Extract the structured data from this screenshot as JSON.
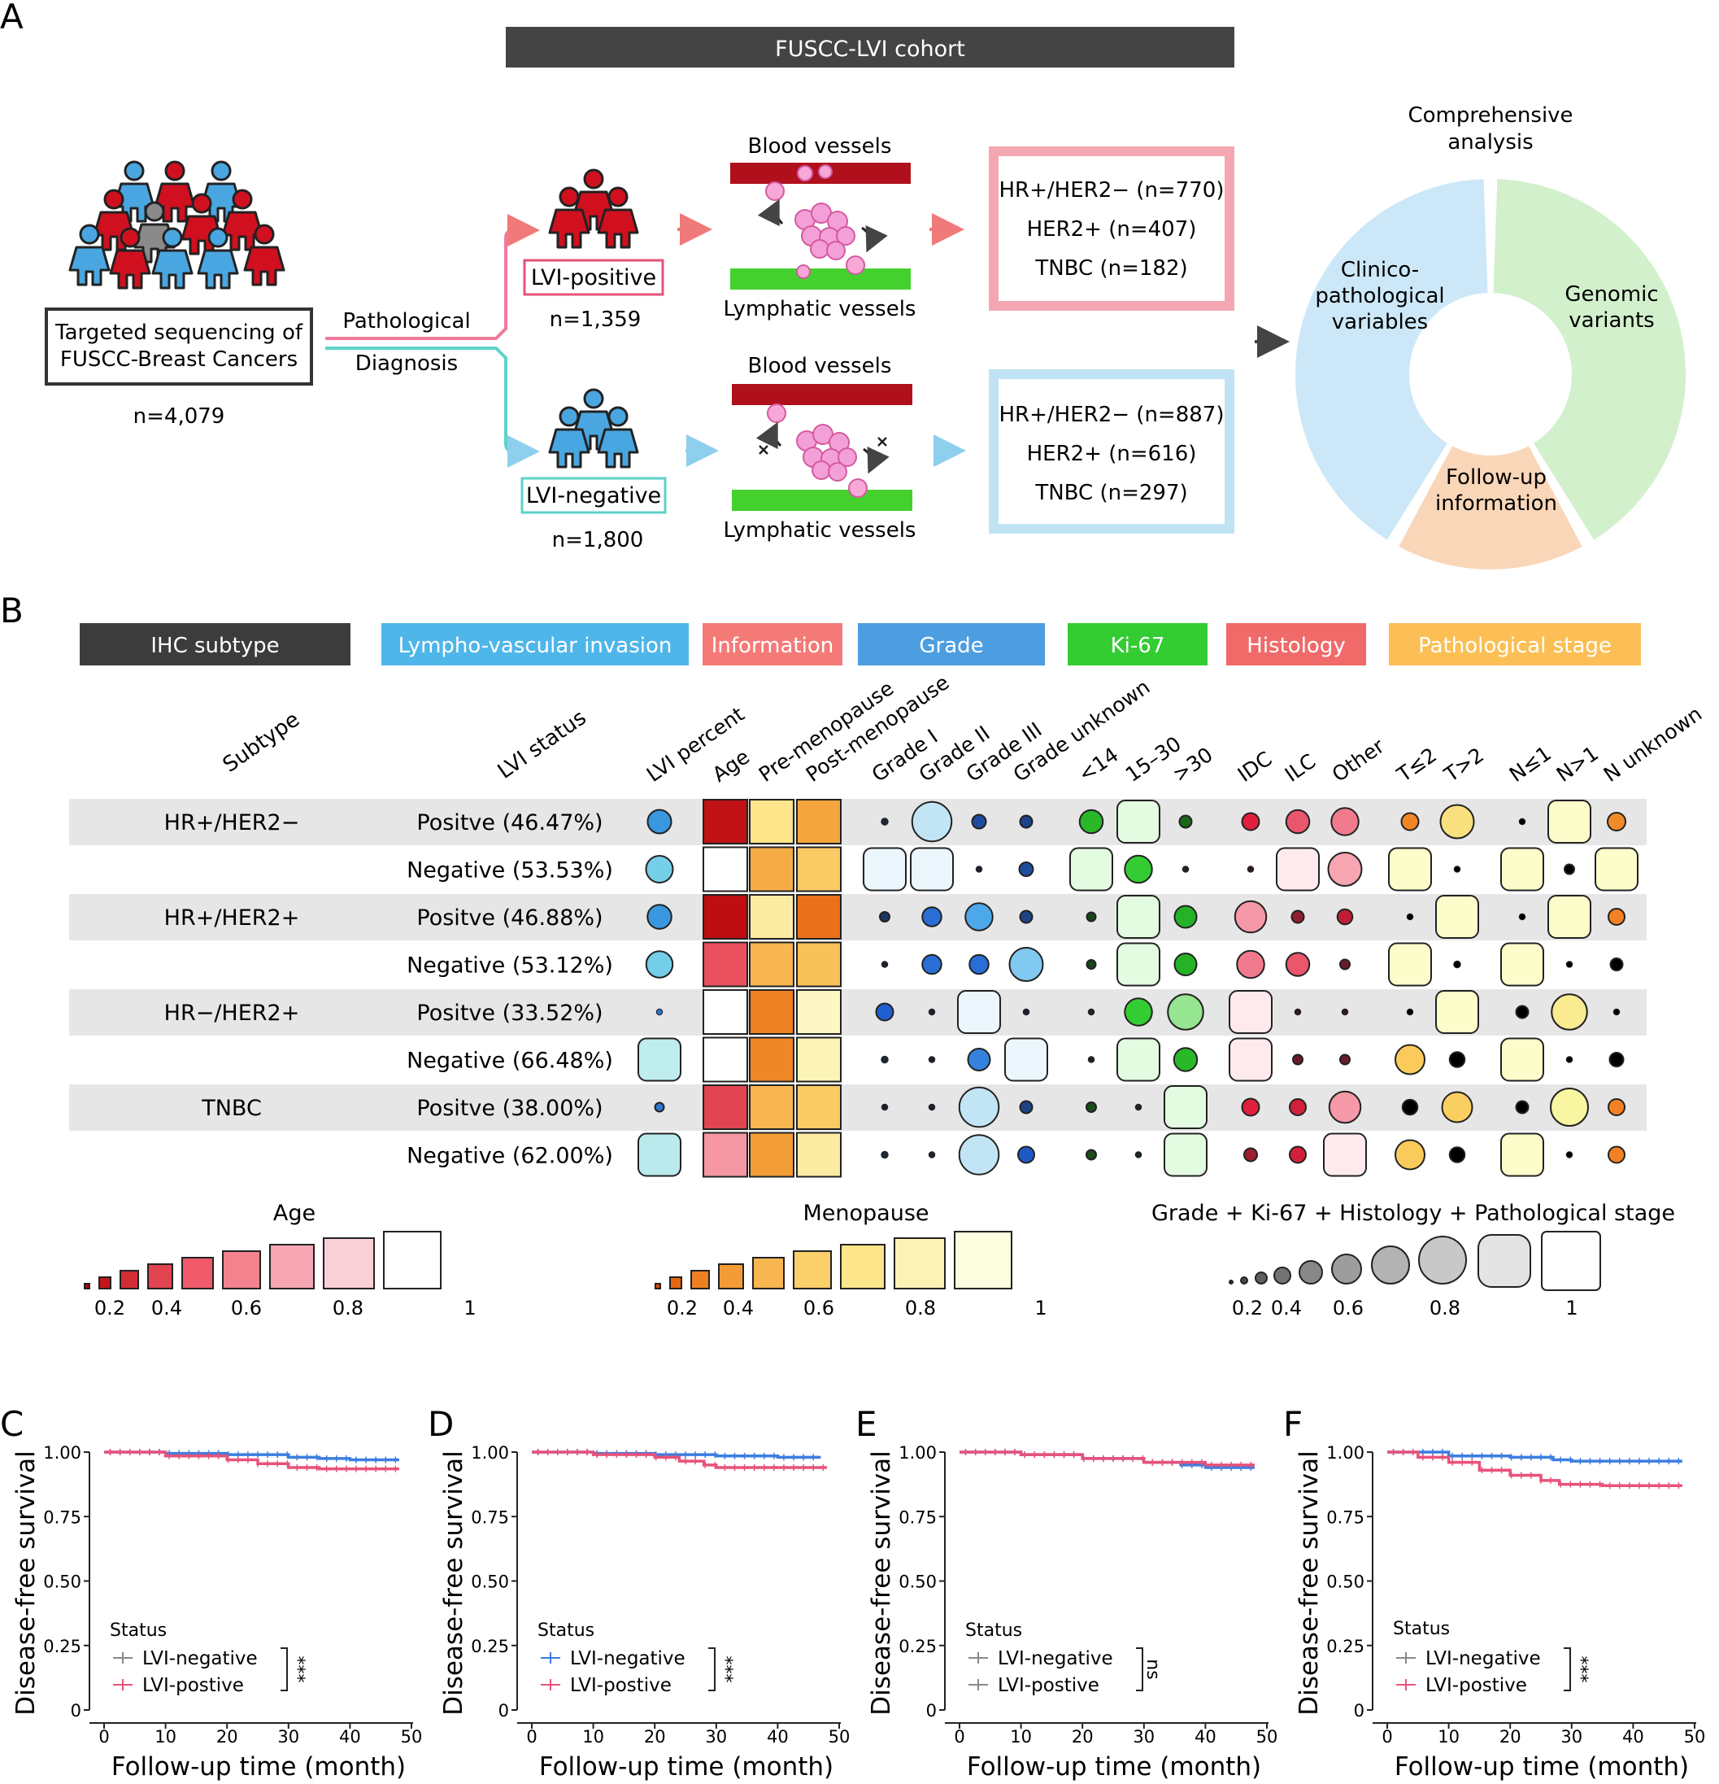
{
  "panelA": {
    "letter": "A",
    "cohort_title": "FUSCC-LVI cohort",
    "source_box": [
      "Targeted sequencing of",
      "FUSCC-Breast Cancers"
    ],
    "source_n": "n=4,079",
    "diagnosis": [
      "Pathological",
      "Diagnosis"
    ],
    "positive": {
      "label": "LVI-positive",
      "n": "n=1,359",
      "blood": "Blood vessels",
      "lymph": "Lymphatic vessels",
      "subtypes": [
        "HR+/HER2− (n=770)",
        "HER2+ (n=407)",
        "TNBC (n=182)"
      ]
    },
    "negative": {
      "label": "LVI-negative",
      "n": "n=1,800",
      "blood": "Blood vessels",
      "lymph": "Lymphatic vessels",
      "subtypes": [
        "HR+/HER2− (n=887)",
        "HER2+ (n=616)",
        "TNBC (n=297)"
      ]
    },
    "donut_title": [
      "Comprehensive",
      "analysis"
    ],
    "donut_segments": [
      {
        "lines": [
          "Clinico-",
          "pathological",
          "variables"
        ],
        "color": "#cce8f8"
      },
      {
        "lines": [
          "Genomic",
          "variants"
        ],
        "color": "#d2f0cc"
      },
      {
        "lines": [
          "Follow-up",
          "information"
        ],
        "color": "#fad6b8"
      }
    ],
    "colors": {
      "positive": "#c8102e",
      "negative": "#2e88c8",
      "pos_box": "#f4a7b2",
      "neg_box": "#bfe3f5"
    }
  },
  "panelB": {
    "letter": "B",
    "categories": [
      {
        "label": "IHC subtype",
        "color": "#3c3c3c"
      },
      {
        "label": "Lympho-vascular invasion",
        "color": "#4fb6ea"
      },
      {
        "label": "Information",
        "color": "#f47a78"
      },
      {
        "label": "Grade",
        "color": "#4c9ee0"
      },
      {
        "label": "Ki-67",
        "color": "#33cc33"
      },
      {
        "label": "Histology",
        "color": "#f06a6a"
      },
      {
        "label": "Pathological stage",
        "color": "#fbbf55"
      }
    ],
    "col_subtype": "Subtype",
    "col_lvi": "LVI status",
    "columns": [
      "LVI percent",
      "Age",
      "Pre-menopause",
      "Post-menopause",
      "Grade I",
      "Grade II",
      "Grade III",
      "Grade unknown",
      "<14",
      "15–30",
      ">30",
      "IDC",
      "ILC",
      "Other",
      "T≤2",
      "T>2",
      "N≤1",
      "N>1",
      "N unknown"
    ],
    "rows": [
      {
        "subtype": "HR+/HER2−",
        "status": "Positve (46.47%)",
        "v": [
          0.46,
          0.1,
          0.75,
          0.42,
          0.05,
          0.85,
          0.22,
          0.18,
          0.45,
          0.95,
          0.18,
          0.3,
          0.45,
          0.55,
          0.3,
          0.7,
          0.03,
          0.95,
          0.32
        ]
      },
      {
        "subtype": "",
        "status": "Negative (53.53%)",
        "v": [
          0.54,
          1.0,
          0.45,
          0.6,
          0.95,
          0.95,
          0.03,
          0.22,
          0.95,
          0.55,
          0.03,
          0.03,
          0.95,
          0.7,
          0.95,
          0.03,
          0.95,
          0.12,
          0.95
        ]
      },
      {
        "subtype": "HR+/HER2+",
        "status": "Positve (46.88%)",
        "v": [
          0.47,
          0.08,
          0.82,
          0.18,
          0.12,
          0.35,
          0.55,
          0.18,
          0.1,
          0.95,
          0.42,
          0.65,
          0.18,
          0.25,
          0.03,
          0.95,
          0.03,
          0.95,
          0.28
        ]
      },
      {
        "subtype": "",
        "status": "Negative (53.12%)",
        "v": [
          0.53,
          0.45,
          0.5,
          0.55,
          0.03,
          0.35,
          0.35,
          0.7,
          0.1,
          0.95,
          0.42,
          0.55,
          0.45,
          0.12,
          0.95,
          0.05,
          0.95,
          0.03,
          0.18
        ]
      },
      {
        "subtype": "HR−/HER2+",
        "status": "Positve (33.52%)",
        "v": [
          0.03,
          1.0,
          0.25,
          0.92,
          0.3,
          0.03,
          0.95,
          0.03,
          0.03,
          0.55,
          0.75,
          0.95,
          0.03,
          0.03,
          0.03,
          0.95,
          0.18,
          0.75,
          0.03
        ]
      },
      {
        "subtype": "",
        "status": "Negative (66.48%)",
        "v": [
          0.95,
          1.0,
          0.28,
          0.88,
          0.05,
          0.03,
          0.42,
          0.95,
          0.03,
          0.95,
          0.45,
          0.95,
          0.12,
          0.12,
          0.6,
          0.25,
          0.95,
          0.03,
          0.22
        ]
      },
      {
        "subtype": "TNBC",
        "status": "Positve (38.00%)",
        "v": [
          0.1,
          0.38,
          0.5,
          0.6,
          0.03,
          0.03,
          0.85,
          0.18,
          0.12,
          0.03,
          0.95,
          0.3,
          0.28,
          0.65,
          0.25,
          0.62,
          0.18,
          0.8,
          0.28
        ]
      },
      {
        "subtype": "",
        "status": "Negative (62.00%)",
        "v": [
          0.92,
          0.7,
          0.38,
          0.82,
          0.05,
          0.03,
          0.85,
          0.28,
          0.12,
          0.03,
          0.95,
          0.2,
          0.28,
          0.95,
          0.6,
          0.25,
          0.95,
          0.03,
          0.28
        ]
      }
    ],
    "legend_age": {
      "title": "Age",
      "ticks": [
        "0.2",
        "0.4",
        "0.6",
        "0.8",
        "1"
      ]
    },
    "legend_meno": {
      "title": "Menopause",
      "ticks": [
        "0.2",
        "0.4",
        "0.6",
        "0.8",
        "1"
      ]
    },
    "legend_other": {
      "title": "Grade + Ki-67 + Histology + Pathological stage",
      "ticks": [
        "0.2",
        "0.4",
        "0.6",
        "0.8",
        "1"
      ]
    }
  },
  "chart_data": [
    {
      "type": "line",
      "panel": "C",
      "xlabel": "Follow-up time (month)",
      "ylabel": "Disease-free survival",
      "xlim": [
        0,
        50
      ],
      "ylim": [
        0,
        1
      ],
      "xticks": [
        "0",
        "10",
        "20",
        "30",
        "40",
        "50"
      ],
      "yticks": [
        "0",
        "0.25",
        "0.50",
        "0.75",
        "1.00"
      ],
      "legend_title": "Status",
      "significance": "***",
      "legend_mark_colors": [
        "#888888",
        "#e8527a"
      ],
      "series": [
        {
          "name": "LVI-negative",
          "color": "#3b7de0",
          "x": [
            0,
            10,
            20,
            30,
            35,
            40,
            45,
            48
          ],
          "y": [
            1.0,
            0.995,
            0.99,
            0.98,
            0.975,
            0.97,
            0.97,
            0.97
          ]
        },
        {
          "name": "LVI-postive",
          "color": "#e8527a",
          "x": [
            0,
            10,
            20,
            25,
            30,
            35,
            40,
            45,
            48
          ],
          "y": [
            1.0,
            0.985,
            0.97,
            0.955,
            0.94,
            0.935,
            0.935,
            0.935,
            0.935
          ]
        }
      ]
    },
    {
      "type": "line",
      "panel": "D",
      "xlabel": "Follow-up time (month)",
      "ylabel": "Disease-free survival",
      "xlim": [
        0,
        50
      ],
      "ylim": [
        0,
        1
      ],
      "xticks": [
        "0",
        "10",
        "20",
        "30",
        "40",
        "50"
      ],
      "yticks": [
        "0",
        "0.25",
        "0.50",
        "0.75",
        "1.00"
      ],
      "legend_title": "Status",
      "significance": "***",
      "legend_mark_colors": [
        "#3b7de0",
        "#e8527a"
      ],
      "series": [
        {
          "name": "LVI-negative",
          "color": "#3b7de0",
          "x": [
            0,
            10,
            20,
            30,
            40,
            47
          ],
          "y": [
            1.0,
            0.995,
            0.99,
            0.985,
            0.98,
            0.98
          ]
        },
        {
          "name": "LVI-postive",
          "color": "#e8527a",
          "x": [
            0,
            10,
            20,
            24,
            28,
            30,
            40,
            48
          ],
          "y": [
            1.0,
            0.99,
            0.98,
            0.965,
            0.95,
            0.94,
            0.94,
            0.94
          ]
        }
      ]
    },
    {
      "type": "line",
      "panel": "E",
      "xlabel": "Follow-up time (month)",
      "ylabel": "Disease-free survival",
      "xlim": [
        0,
        50
      ],
      "ylim": [
        0,
        1
      ],
      "xticks": [
        "0",
        "10",
        "20",
        "30",
        "40",
        "50"
      ],
      "yticks": [
        "0",
        "0.25",
        "0.50",
        "0.75",
        "1.00"
      ],
      "legend_title": "Status",
      "significance": "ns",
      "legend_mark_colors": [
        "#888888",
        "#888888"
      ],
      "series": [
        {
          "name": "LVI-negative",
          "color": "#3b7de0",
          "x": [
            0,
            10,
            20,
            30,
            36,
            40,
            48
          ],
          "y": [
            1.0,
            0.99,
            0.975,
            0.96,
            0.95,
            0.94,
            0.94
          ]
        },
        {
          "name": "LVI-postive",
          "color": "#e8527a",
          "x": [
            0,
            10,
            20,
            30,
            40,
            48
          ],
          "y": [
            1.0,
            0.99,
            0.975,
            0.96,
            0.95,
            0.95
          ]
        }
      ]
    },
    {
      "type": "line",
      "panel": "F",
      "xlabel": "Follow-up time (month)",
      "ylabel": "Disease-free survival",
      "xlim": [
        0,
        50
      ],
      "ylim": [
        0,
        1
      ],
      "xticks": [
        "0",
        "10",
        "20",
        "30",
        "40",
        "50"
      ],
      "yticks": [
        "0",
        "0.25",
        "0.50",
        "0.75",
        "1.00"
      ],
      "legend_title": "Status",
      "significance": "***",
      "legend_mark_colors": [
        "#888888",
        "#e8527a"
      ],
      "series": [
        {
          "name": "LVI-negative",
          "color": "#3b7de0",
          "x": [
            0,
            10,
            20,
            27,
            30,
            40,
            48
          ],
          "y": [
            1.0,
            0.985,
            0.98,
            0.97,
            0.965,
            0.965,
            0.965
          ]
        },
        {
          "name": "LVI-postive",
          "color": "#e8527a",
          "x": [
            0,
            5,
            10,
            15,
            20,
            25,
            28,
            35,
            40,
            48
          ],
          "y": [
            1.0,
            0.98,
            0.96,
            0.93,
            0.91,
            0.89,
            0.875,
            0.87,
            0.87,
            0.87
          ]
        }
      ]
    }
  ]
}
